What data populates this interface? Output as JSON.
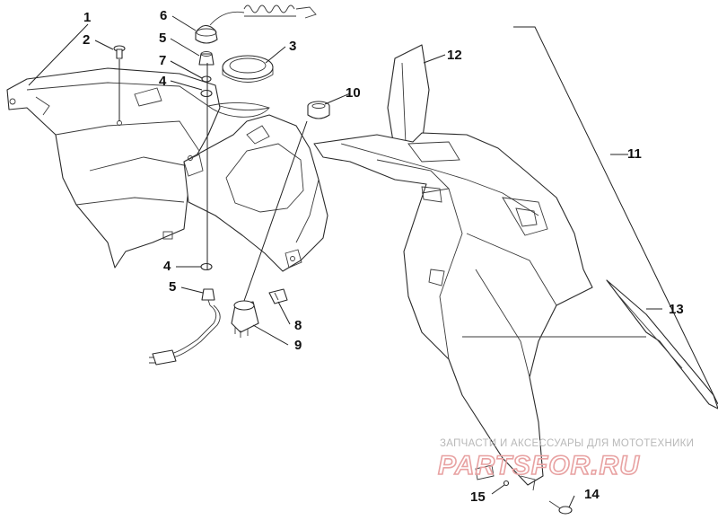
{
  "diagram": {
    "callouts": [
      {
        "id": "c1",
        "label": "1"
      },
      {
        "id": "c2",
        "label": "2"
      },
      {
        "id": "c3",
        "label": "3"
      },
      {
        "id": "c4a",
        "label": "4"
      },
      {
        "id": "c4b",
        "label": "4"
      },
      {
        "id": "c5a",
        "label": "5"
      },
      {
        "id": "c5b",
        "label": "5"
      },
      {
        "id": "c6",
        "label": "6"
      },
      {
        "id": "c7",
        "label": "7"
      },
      {
        "id": "c8",
        "label": "8"
      },
      {
        "id": "c9",
        "label": "9"
      },
      {
        "id": "c10",
        "label": "10"
      },
      {
        "id": "c11",
        "label": "11"
      },
      {
        "id": "c12",
        "label": "12"
      },
      {
        "id": "c13",
        "label": "13"
      },
      {
        "id": "c14",
        "label": "14"
      },
      {
        "id": "c15",
        "label": "15"
      }
    ]
  },
  "watermark": {
    "tagline": "ЗАПЧАСТИ И АКСЕССУАРЫ ДЛЯ МОТОТЕХНИКИ",
    "brand": "PARTSFOR.RU",
    "accent_color": "#e8a2a2"
  }
}
